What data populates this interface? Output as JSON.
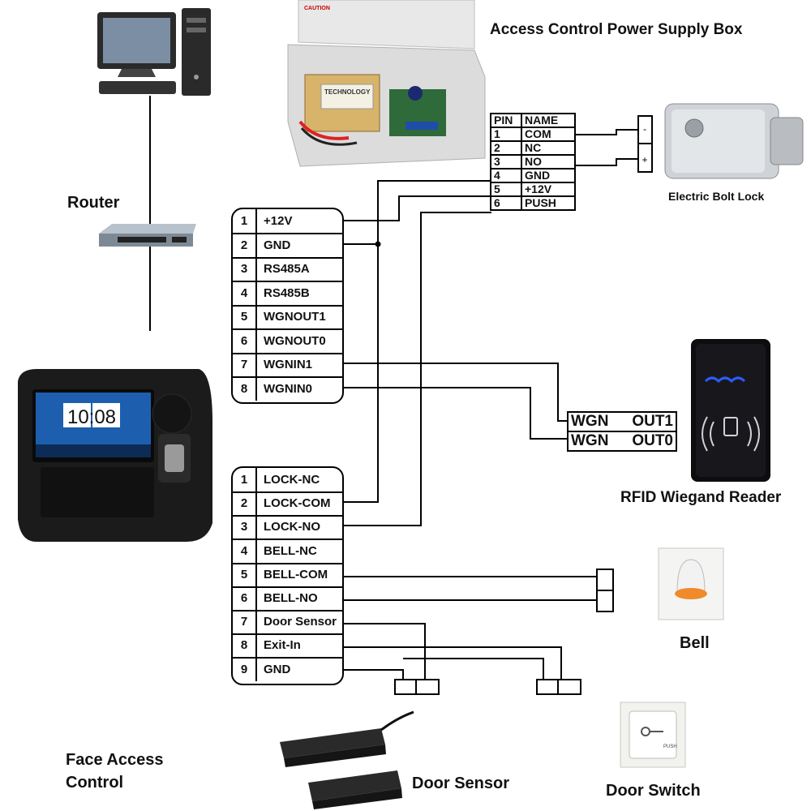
{
  "titles": {
    "power_supply": "Access Control Power Supply Box",
    "router": "Router",
    "bolt_lock": "Electric Bolt Lock",
    "rfid_reader": "RFID Wiegand Reader",
    "bell": "Bell",
    "door_sensor": "Door Sensor",
    "door_switch": "Door Switch",
    "face_access_line1": "Face Access",
    "face_access_line2": "Control"
  },
  "power_table": {
    "header": [
      "PIN",
      "NAME"
    ],
    "rows": [
      [
        "1",
        "COM"
      ],
      [
        "2",
        "NC"
      ],
      [
        "3",
        "NO"
      ],
      [
        "4",
        "GND"
      ],
      [
        "5",
        "+12V"
      ],
      [
        "6",
        "PUSH"
      ]
    ]
  },
  "lock_terminals": [
    "-",
    "+"
  ],
  "upper_block": [
    [
      "1",
      "+12V"
    ],
    [
      "2",
      "GND"
    ],
    [
      "3",
      "RS485A"
    ],
    [
      "4",
      "RS485B"
    ],
    [
      "5",
      "WGNOUT1"
    ],
    [
      "6",
      "WGNOUT0"
    ],
    [
      "7",
      "WGNIN1"
    ],
    [
      "8",
      "WGNIN0"
    ]
  ],
  "lower_block": [
    [
      "1",
      "LOCK-NC"
    ],
    [
      "2",
      "LOCK-COM"
    ],
    [
      "3",
      "LOCK-NO"
    ],
    [
      "4",
      "BELL-NC"
    ],
    [
      "5",
      "BELL-COM"
    ],
    [
      "6",
      "BELL-NO"
    ],
    [
      "7",
      "Door Sensor"
    ],
    [
      "8",
      "Exit-In"
    ],
    [
      "9",
      "GND"
    ]
  ],
  "wiegand": [
    [
      "WGN",
      "OUT1"
    ],
    [
      "WGN",
      "OUT0"
    ]
  ],
  "device_screen": {
    "clock": "10:08"
  },
  "power_box_text": {
    "caution": "CAUTION",
    "transformer": "TECHNOLOGY"
  },
  "door_switch_text": "PUSH"
}
